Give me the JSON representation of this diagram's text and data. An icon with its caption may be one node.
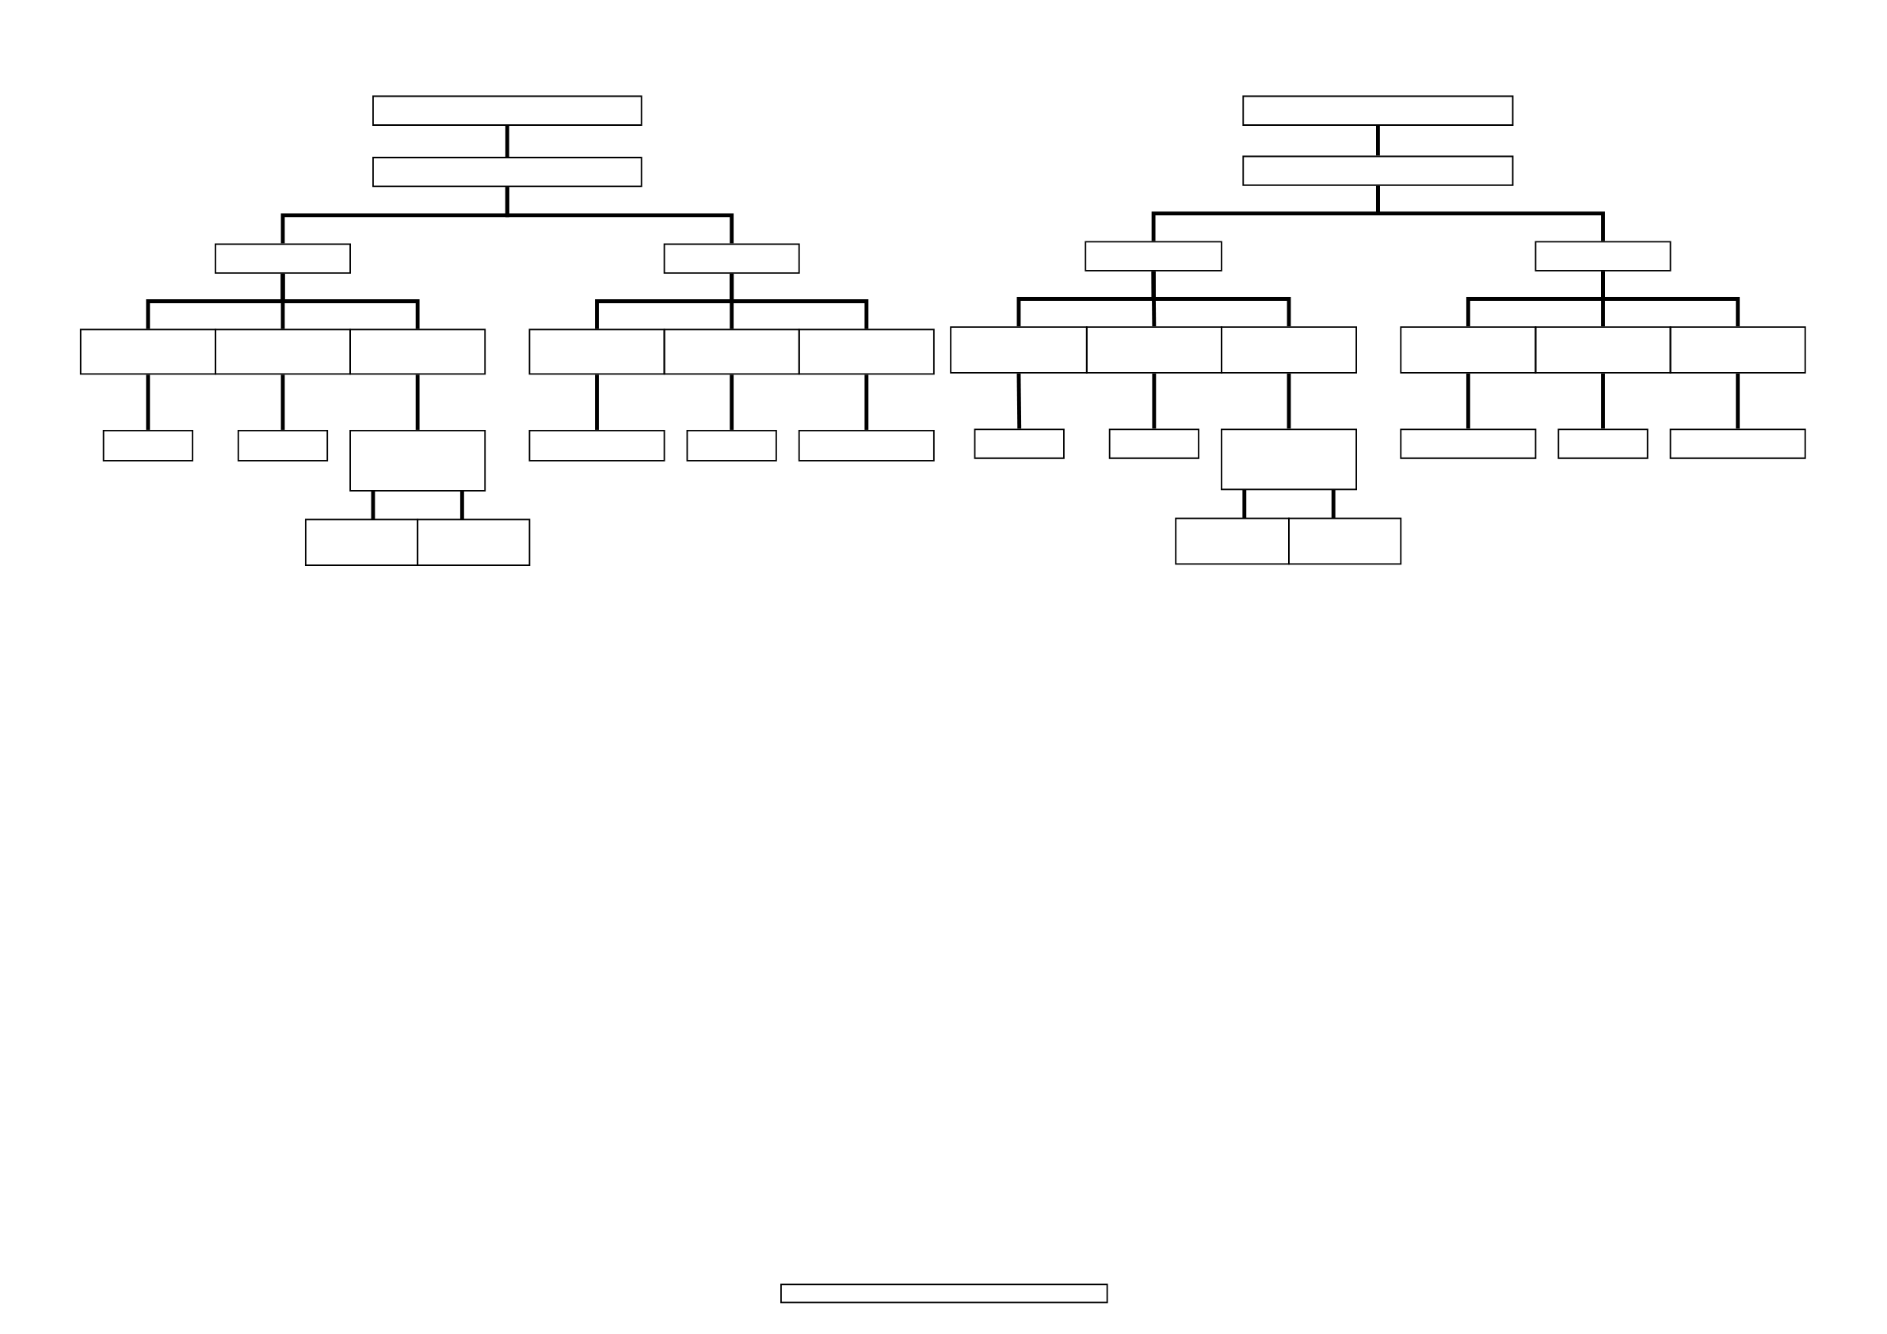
{
  "diagram": {
    "nodes": [
      {
        "text": [],
        "shape": "box"
      },
      {
        "text": [],
        "shape": "box"
      },
      {
        "text": [],
        "shape": "box"
      },
      {
        "text": [],
        "shape": "box"
      },
      {
        "text": [],
        "shape": "box"
      },
      {
        "text": [],
        "shape": "box"
      },
      {
        "text": [],
        "shape": "box"
      },
      {
        "text": [],
        "shape": "box"
      },
      {
        "text": [],
        "shape": "box"
      },
      {
        "text": [],
        "shape": "box"
      },
      {
        "text": [],
        "shape": "box"
      },
      {
        "text": [],
        "shape": "box"
      },
      {
        "text": [],
        "shape": "box"
      },
      {
        "text": [],
        "shape": "box"
      },
      {
        "text": [],
        "shape": "box"
      },
      {
        "text": [],
        "shape": "box"
      },
      {
        "text": [],
        "shape": "box"
      },
      {
        "text": [],
        "shape": "box"
      },
      {
        "text": [],
        "shape": "box"
      },
      {
        "text": [],
        "shape": "box"
      },
      {
        "text": [],
        "shape": "box"
      },
      {
        "text": [],
        "shape": "box"
      },
      {
        "text": [],
        "shape": "box"
      },
      {
        "text": [],
        "shape": "box"
      },
      {
        "text": [],
        "shape": "box"
      },
      {
        "text": [],
        "shape": "box"
      },
      {
        "text": [],
        "shape": "box"
      },
      {
        "text": [],
        "shape": "box"
      },
      {
        "text": [],
        "shape": "box"
      },
      {
        "text": [],
        "shape": "box"
      },
      {
        "text": [],
        "shape": "box"
      },
      {
        "text": [],
        "shape": "box"
      },
      {
        "text": [],
        "shape": "box"
      },
      {
        "text": [],
        "shape": "box"
      },
      {
        "text": [],
        "shape": "box"
      },
      {
        "text": [],
        "shape": "box"
      },
      {
        "text": [],
        "shape": "box"
      }
    ],
    "edges": [
      {
        "from": 0,
        "to": 1,
        "arrow": "none"
      },
      {
        "from": 1,
        "to": 2,
        "arrow": "none"
      },
      {
        "from": 1,
        "to": 3,
        "arrow": "none"
      },
      {
        "from": 2,
        "to": 4,
        "arrow": "none"
      },
      {
        "from": 2,
        "to": 5,
        "arrow": "none"
      },
      {
        "from": 2,
        "to": 6,
        "arrow": "none"
      },
      {
        "from": 3,
        "to": 7,
        "arrow": "none"
      },
      {
        "from": 3,
        "to": 8,
        "arrow": "none"
      },
      {
        "from": 3,
        "to": 9,
        "arrow": "none"
      },
      {
        "from": 4,
        "to": 10,
        "arrow": "none"
      },
      {
        "from": 5,
        "to": 11,
        "arrow": "none"
      },
      {
        "from": 6,
        "to": 12,
        "arrow": "none"
      },
      {
        "from": 7,
        "to": 13,
        "arrow": "none"
      },
      {
        "from": 8,
        "to": 14,
        "arrow": "none"
      },
      {
        "from": 9,
        "to": 15,
        "arrow": "none"
      },
      {
        "from": 12,
        "to": 16,
        "arrow": "none"
      },
      {
        "from": 12,
        "to": 17,
        "arrow": "none"
      },
      {
        "from": 18,
        "to": 19,
        "arrow": "none"
      },
      {
        "from": 19,
        "to": 20,
        "arrow": "none"
      },
      {
        "from": 19,
        "to": 21,
        "arrow": "none"
      },
      {
        "from": 20,
        "to": 22,
        "arrow": "none"
      },
      {
        "from": 20,
        "to": 23,
        "arrow": "none"
      },
      {
        "from": 20,
        "to": 24,
        "arrow": "none"
      },
      {
        "from": 21,
        "to": 25,
        "arrow": "none"
      },
      {
        "from": 21,
        "to": 26,
        "arrow": "none"
      },
      {
        "from": 21,
        "to": 27,
        "arrow": "none"
      },
      {
        "from": 22,
        "to": 28,
        "arrow": "none"
      },
      {
        "from": 23,
        "to": 29,
        "arrow": "none"
      },
      {
        "from": 24,
        "to": 30,
        "arrow": "none"
      },
      {
        "from": 25,
        "to": 31,
        "arrow": "none"
      },
      {
        "from": 26,
        "to": 32,
        "arrow": "none"
      },
      {
        "from": 27,
        "to": 33,
        "arrow": "none"
      },
      {
        "from": 30,
        "to": 34,
        "arrow": "none"
      },
      {
        "from": 30,
        "to": 35,
        "arrow": "none"
      }
    ]
  }
}
